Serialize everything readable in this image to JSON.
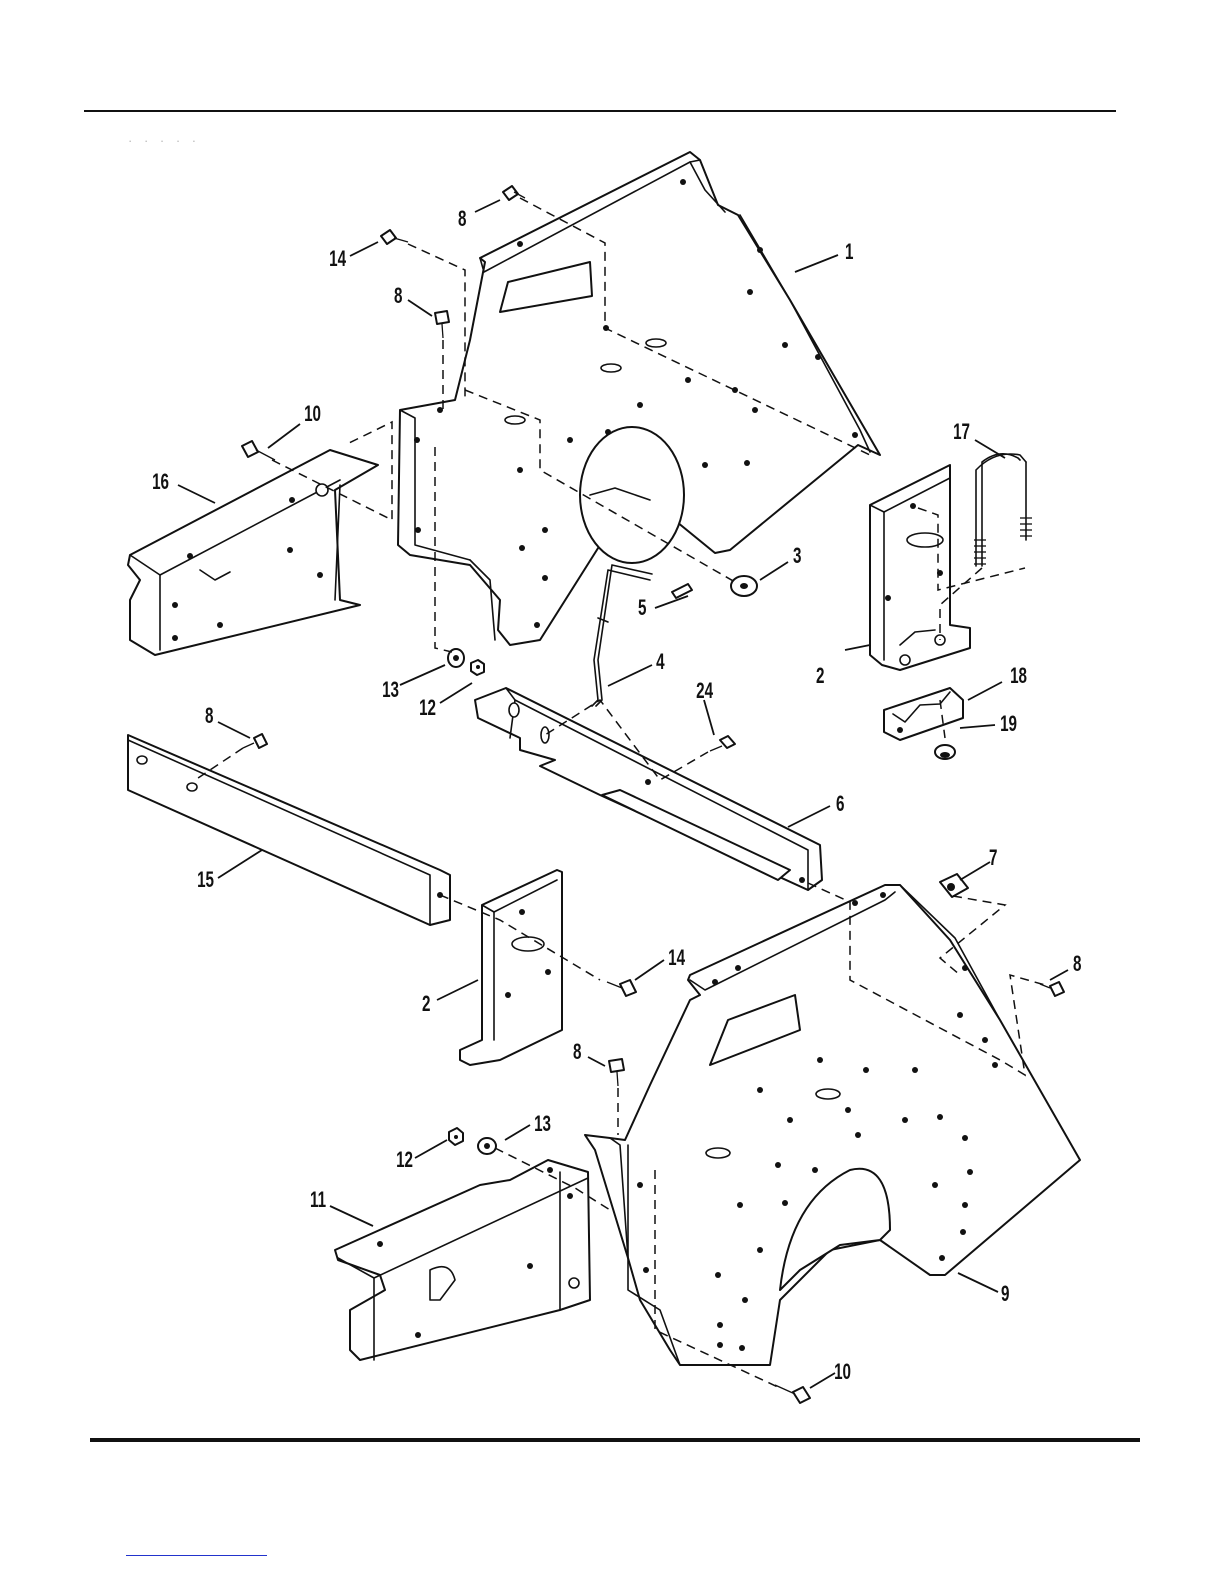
{
  "header": {
    "faded_heading": "· · · · ·"
  },
  "callouts": {
    "c1": "1",
    "c2a": "2",
    "c2b": "2",
    "c3": "3",
    "c4": "4",
    "c5": "5",
    "c6": "6",
    "c7": "7",
    "c8a": "8",
    "c8b": "8",
    "c8c": "8",
    "c8d": "8",
    "c8e": "8",
    "c9": "9",
    "c10a": "10",
    "c10b": "10",
    "c11": "11",
    "c12a": "12",
    "c12b": "12",
    "c13a": "13",
    "c13b": "13",
    "c14a": "14",
    "c14b": "14",
    "c15": "15",
    "c16": "16",
    "c17": "17",
    "c18": "18",
    "c19": "19",
    "c24": "24"
  }
}
